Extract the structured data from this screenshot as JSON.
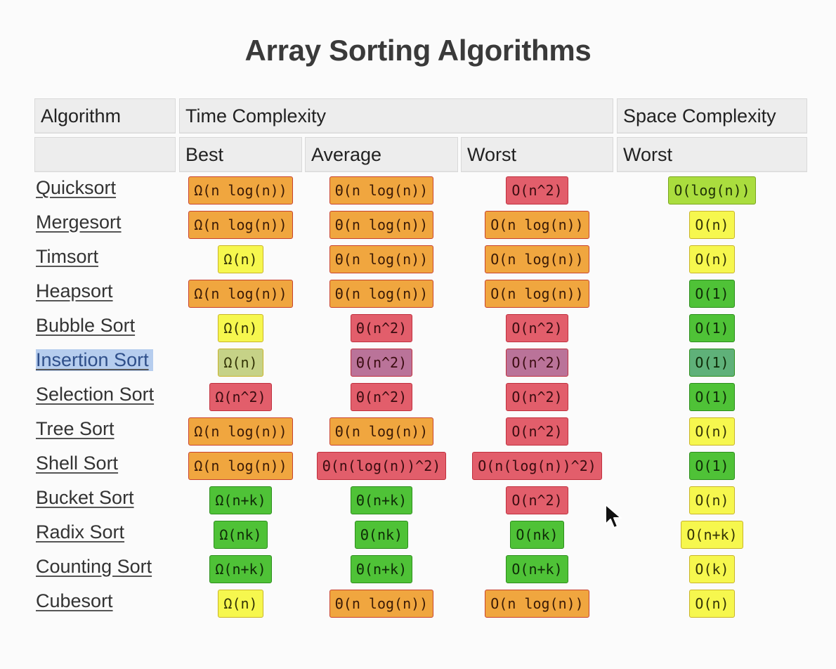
{
  "title": "Array Sorting Algorithms",
  "headers": {
    "algorithm": "Algorithm",
    "time_complexity": "Time Complexity",
    "space_complexity": "Space Complexity",
    "best": "Best",
    "average": "Average",
    "worst": "Worst",
    "space_worst": "Worst"
  },
  "colors": {
    "orange": "#f0a63f",
    "red": "#e25e6b",
    "yellow": "#f6f74e",
    "lime": "#aadd3e",
    "green": "#4fc237"
  },
  "rows": [
    {
      "name": "Quicksort",
      "best": {
        "t": "Ω(n log(n))",
        "c": "orange"
      },
      "avg": {
        "t": "Θ(n log(n))",
        "c": "orange"
      },
      "worst": {
        "t": "O(n^2)",
        "c": "red"
      },
      "space": {
        "t": "O(log(n))",
        "c": "lime"
      }
    },
    {
      "name": "Mergesort",
      "best": {
        "t": "Ω(n log(n))",
        "c": "orange"
      },
      "avg": {
        "t": "Θ(n log(n))",
        "c": "orange"
      },
      "worst": {
        "t": "O(n log(n))",
        "c": "orange"
      },
      "space": {
        "t": "O(n)",
        "c": "yellow"
      }
    },
    {
      "name": "Timsort",
      "best": {
        "t": "Ω(n)",
        "c": "yellow"
      },
      "avg": {
        "t": "Θ(n log(n))",
        "c": "orange"
      },
      "worst": {
        "t": "O(n log(n))",
        "c": "orange"
      },
      "space": {
        "t": "O(n)",
        "c": "yellow"
      }
    },
    {
      "name": "Heapsort",
      "best": {
        "t": "Ω(n log(n))",
        "c": "orange"
      },
      "avg": {
        "t": "Θ(n log(n))",
        "c": "orange"
      },
      "worst": {
        "t": "O(n log(n))",
        "c": "orange"
      },
      "space": {
        "t": "O(1)",
        "c": "green"
      }
    },
    {
      "name": "Bubble Sort",
      "best": {
        "t": "Ω(n)",
        "c": "yellow"
      },
      "avg": {
        "t": "Θ(n^2)",
        "c": "red"
      },
      "worst": {
        "t": "O(n^2)",
        "c": "red"
      },
      "space": {
        "t": "O(1)",
        "c": "green"
      }
    },
    {
      "name": "Insertion Sort",
      "selected": true,
      "best": {
        "t": "Ω(n)",
        "c": "yellow"
      },
      "avg": {
        "t": "Θ(n^2)",
        "c": "red"
      },
      "worst": {
        "t": "O(n^2)",
        "c": "red"
      },
      "space": {
        "t": "O(1)",
        "c": "green"
      }
    },
    {
      "name": "Selection Sort",
      "best": {
        "t": "Ω(n^2)",
        "c": "red"
      },
      "avg": {
        "t": "Θ(n^2)",
        "c": "red"
      },
      "worst": {
        "t": "O(n^2)",
        "c": "red"
      },
      "space": {
        "t": "O(1)",
        "c": "green"
      }
    },
    {
      "name": "Tree Sort",
      "best": {
        "t": "Ω(n log(n))",
        "c": "orange"
      },
      "avg": {
        "t": "Θ(n log(n))",
        "c": "orange"
      },
      "worst": {
        "t": "O(n^2)",
        "c": "red"
      },
      "space": {
        "t": "O(n)",
        "c": "yellow"
      }
    },
    {
      "name": "Shell Sort",
      "best": {
        "t": "Ω(n log(n))",
        "c": "orange"
      },
      "avg": {
        "t": "Θ(n(log(n))^2)",
        "c": "red"
      },
      "worst": {
        "t": "O(n(log(n))^2)",
        "c": "red"
      },
      "space": {
        "t": "O(1)",
        "c": "green"
      }
    },
    {
      "name": "Bucket Sort",
      "best": {
        "t": "Ω(n+k)",
        "c": "green"
      },
      "avg": {
        "t": "Θ(n+k)",
        "c": "green"
      },
      "worst": {
        "t": "O(n^2)",
        "c": "red"
      },
      "space": {
        "t": "O(n)",
        "c": "yellow"
      }
    },
    {
      "name": "Radix Sort",
      "best": {
        "t": "Ω(nk)",
        "c": "green"
      },
      "avg": {
        "t": "Θ(nk)",
        "c": "green"
      },
      "worst": {
        "t": "O(nk)",
        "c": "green"
      },
      "space": {
        "t": "O(n+k)",
        "c": "yellow"
      }
    },
    {
      "name": "Counting Sort",
      "best": {
        "t": "Ω(n+k)",
        "c": "green"
      },
      "avg": {
        "t": "Θ(n+k)",
        "c": "green"
      },
      "worst": {
        "t": "O(n+k)",
        "c": "green"
      },
      "space": {
        "t": "O(k)",
        "c": "yellow"
      }
    },
    {
      "name": "Cubesort",
      "best": {
        "t": "Ω(n)",
        "c": "yellow"
      },
      "avg": {
        "t": "Θ(n log(n))",
        "c": "orange"
      },
      "worst": {
        "t": "O(n log(n))",
        "c": "orange"
      },
      "space": {
        "t": "O(n)",
        "c": "yellow"
      }
    }
  ]
}
